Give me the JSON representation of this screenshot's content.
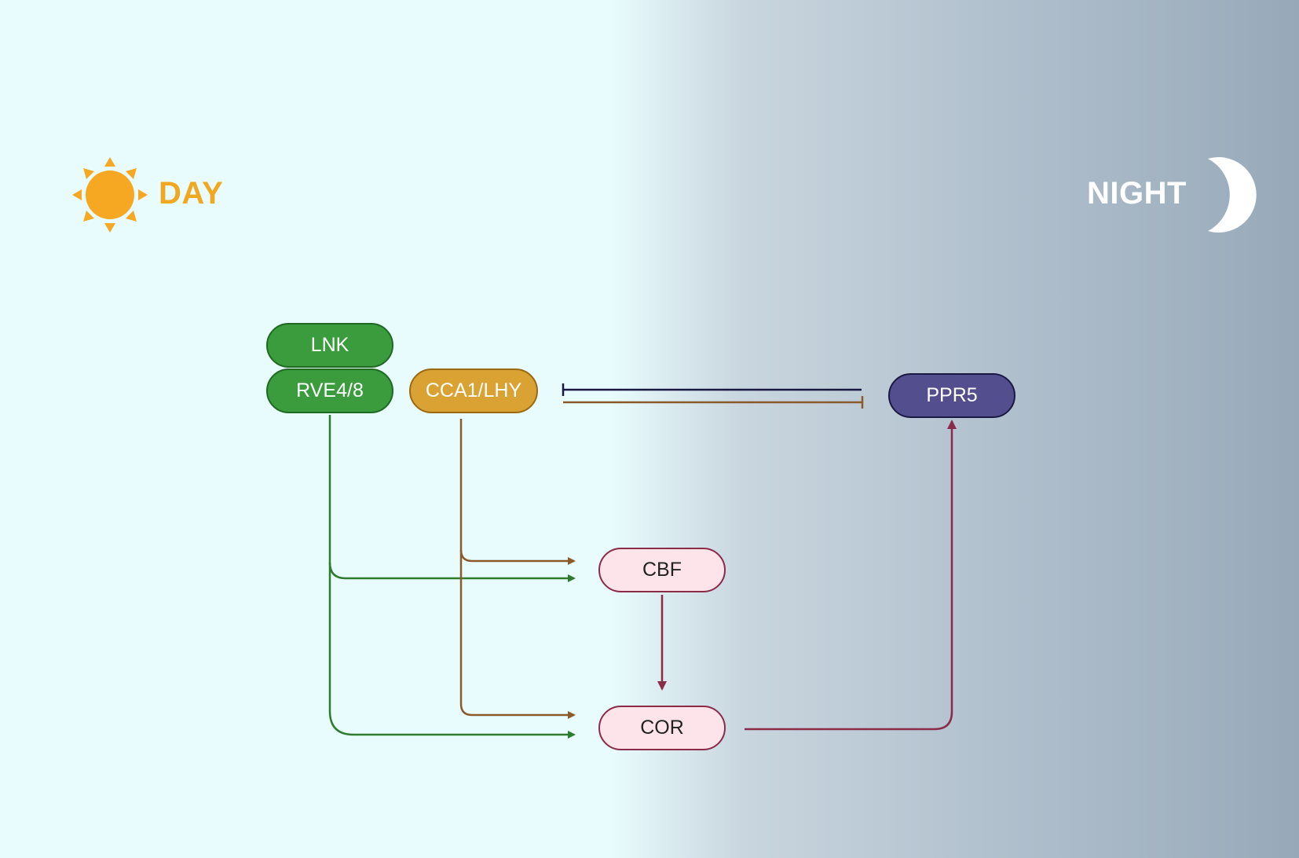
{
  "labels": {
    "day": "DAY",
    "night": "NIGHT"
  },
  "nodes": {
    "lnk": "LNK",
    "rve": "RVE4/8",
    "cca": "CCA1/LHY",
    "ppr5": "PPR5",
    "cbf": "CBF",
    "cor": "COR"
  },
  "icons": {
    "sun": "sun-icon",
    "moon": "moon-icon"
  },
  "colors": {
    "day_text": "#f0a820",
    "night_text": "#ffffff",
    "green_node": "#3a9c3c",
    "gold_node": "#d9a232",
    "purple_node": "#534f8f",
    "pink_node": "#fde4ea",
    "green_line": "#2e7d2e",
    "brown_line": "#8b5a2b",
    "navy_line": "#1a1944",
    "maroon_line": "#8a2c48"
  }
}
